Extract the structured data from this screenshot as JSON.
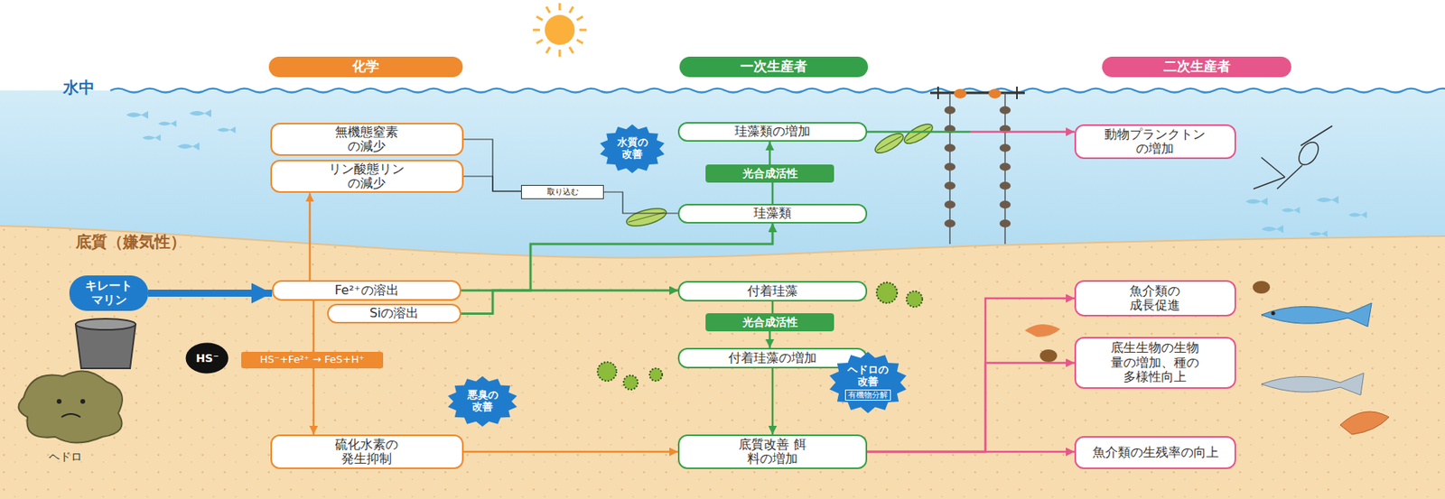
{
  "diagram": {
    "nodes": [
      {
        "text": [
          "化学"
        ]
      },
      {
        "text": [
          "一次生産者"
        ]
      },
      {
        "text": [
          "二次生産者"
        ]
      },
      {
        "text": [
          "無機態窒素の減少"
        ]
      },
      {
        "text": [
          "リン酸態リンの減少"
        ]
      },
      {
        "text": [
          "珪藻類の増加"
        ]
      },
      {
        "text": [
          "動物プランクトンの増加"
        ]
      },
      {
        "text": [
          "水質の改善"
        ]
      },
      {
        "text": [
          "光合成活性"
        ]
      },
      {
        "text": [
          "珪藻類"
        ]
      },
      {
        "text": [
          "取り込む"
        ]
      },
      {
        "text": [
          "キレートマリン"
        ]
      },
      {
        "text": [
          "Fe²⁺の溶出"
        ]
      },
      {
        "text": [
          "Siの溶出"
        ]
      },
      {
        "text": [
          "HS⁻+Fe²⁺ → FeS+H⁺"
        ]
      },
      {
        "text": [
          "HS⁻"
        ]
      },
      {
        "text": [
          "付着珪藻"
        ]
      },
      {
        "text": [
          "光合成活性"
        ]
      },
      {
        "text": [
          "付着珪藻の増加"
        ]
      },
      {
        "text": [
          "悪臭の改善"
        ]
      },
      {
        "text": [
          "ヘドロの改善",
          "有機物分解"
        ]
      },
      {
        "text": [
          "硫化水素の発生抑制"
        ]
      },
      {
        "text": [
          "底質改善 餌料の増加"
        ]
      },
      {
        "text": [
          "魚介類の成長促進"
        ]
      },
      {
        "text": [
          "底生生物の生物量の増加、種の多様性向上"
        ]
      },
      {
        "text": [
          "魚介類の生残率の向上"
        ]
      }
    ],
    "edges": [
      {
        "from": 12,
        "to": 4,
        "arrow": "to"
      },
      {
        "from": 12,
        "to": 16,
        "arrow": "to"
      },
      {
        "from": 13,
        "to": 16,
        "arrow": "to"
      },
      {
        "from": 12,
        "to": 9,
        "arrow": "to"
      },
      {
        "from": 13,
        "to": 9,
        "arrow": "to"
      },
      {
        "from": 12,
        "to": 21,
        "arrow": "to"
      },
      {
        "from": 11,
        "to": 12,
        "arrow": "to"
      },
      {
        "from": 9,
        "to": 8,
        "arrow": "none"
      },
      {
        "from": 8,
        "to": 5,
        "arrow": "to"
      },
      {
        "from": 5,
        "to": 6,
        "arrow": "to"
      },
      {
        "from": 3,
        "to": 10,
        "arrow": "none"
      },
      {
        "from": 4,
        "to": 10,
        "arrow": "none"
      },
      {
        "from": 10,
        "to": 9,
        "arrow": "none"
      },
      {
        "from": 16,
        "to": 17,
        "arrow": "none"
      },
      {
        "from": 17,
        "to": 18,
        "arrow": "to"
      },
      {
        "from": 18,
        "to": 22,
        "arrow": "to"
      },
      {
        "from": 21,
        "to": 22,
        "arrow": "to"
      },
      {
        "from": 22,
        "to": 23,
        "arrow": "to"
      },
      {
        "from": 22,
        "to": 24,
        "arrow": "to"
      },
      {
        "from": 22,
        "to": 25,
        "arrow": "to"
      }
    ],
    "labels": [
      "水中",
      "底質（嫌気性）",
      "ヘドロ"
    ]
  }
}
